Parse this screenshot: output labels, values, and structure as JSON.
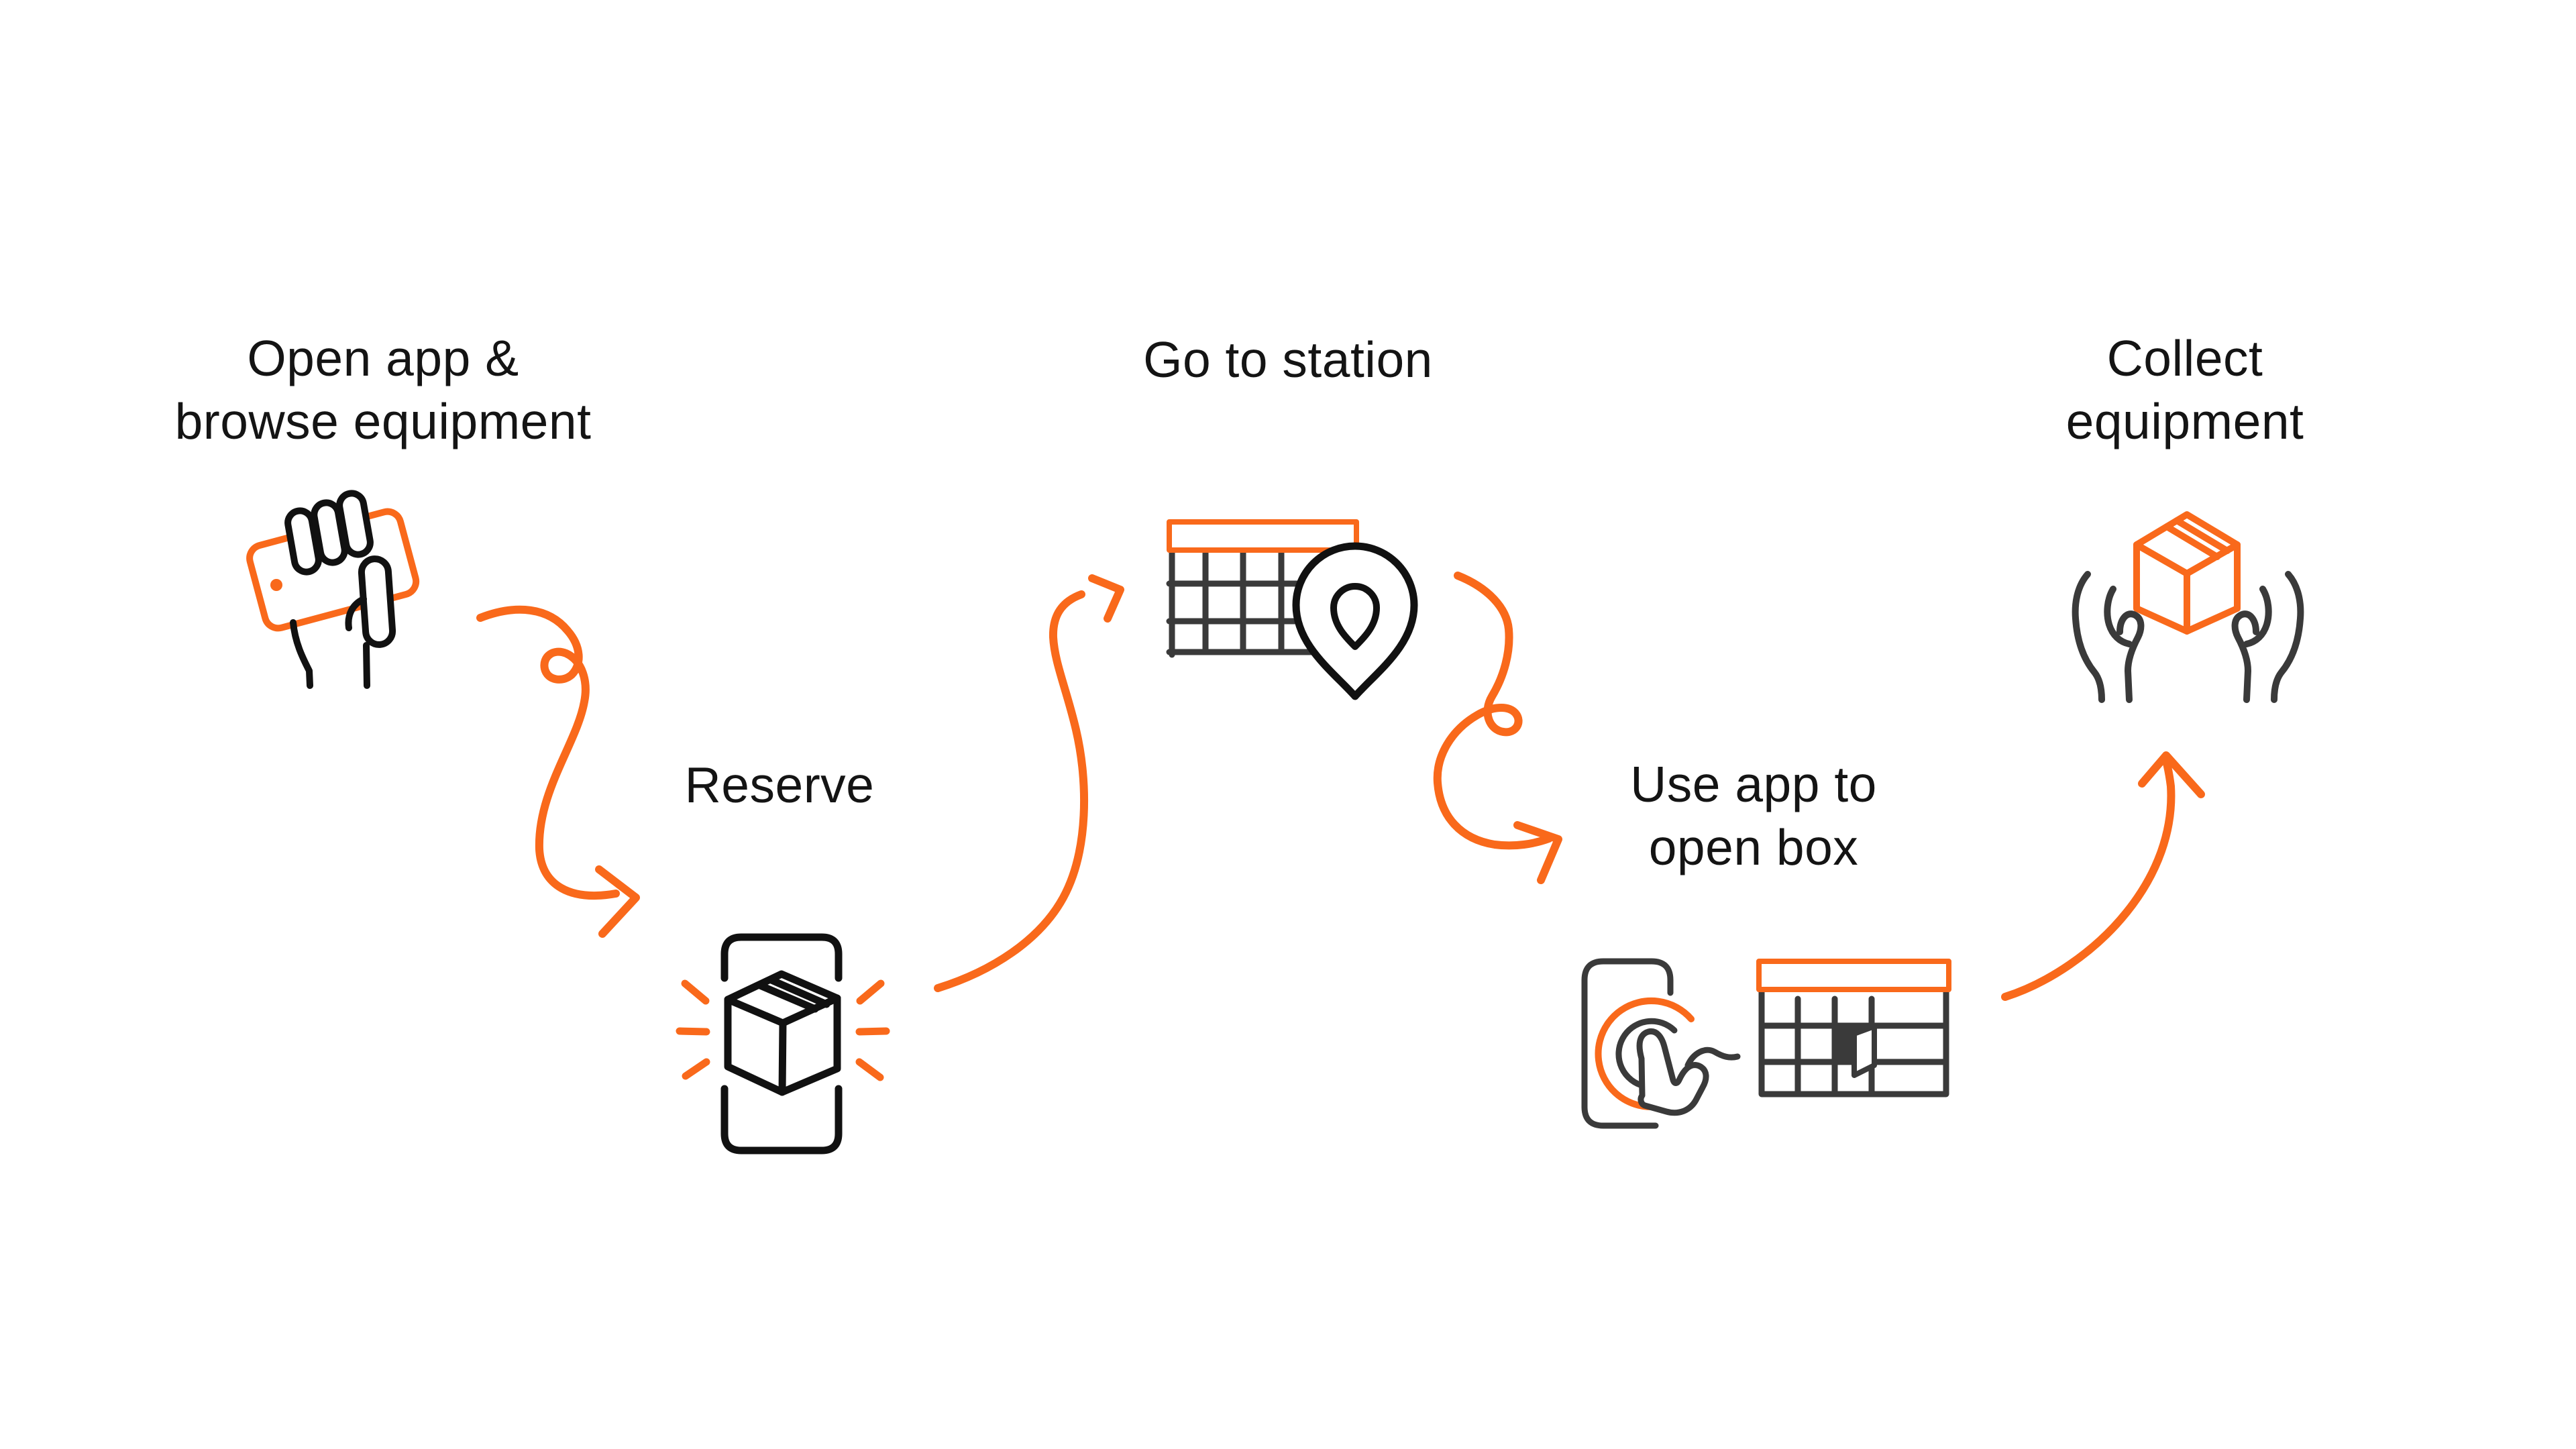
{
  "diagram": {
    "background": "#ffffff",
    "accent_orange": "#F9691B",
    "ink_black": "#111111",
    "ink_gray": "#3A3A3A",
    "steps": [
      {
        "id": 1,
        "icon": "hand-holding-phone",
        "label_lines": [
          "Open app &",
          "browse equipment"
        ]
      },
      {
        "id": 2,
        "icon": "phone-with-package",
        "label_lines": [
          "Reserve"
        ]
      },
      {
        "id": 3,
        "icon": "locker-station-with-map-pin",
        "label_lines": [
          "Go to station"
        ]
      },
      {
        "id": 4,
        "icon": "tap-phone-and-open-locker",
        "label_lines": [
          "Use app to",
          "open box"
        ]
      },
      {
        "id": 5,
        "icon": "hands-holding-package",
        "label_lines": [
          "Collect",
          "equipment"
        ]
      }
    ],
    "connectors": [
      "curved-arrow-step1-to-step2",
      "curved-arrow-step2-to-step3",
      "curved-arrow-step3-to-step4",
      "curved-arrow-step4-to-step5"
    ]
  }
}
